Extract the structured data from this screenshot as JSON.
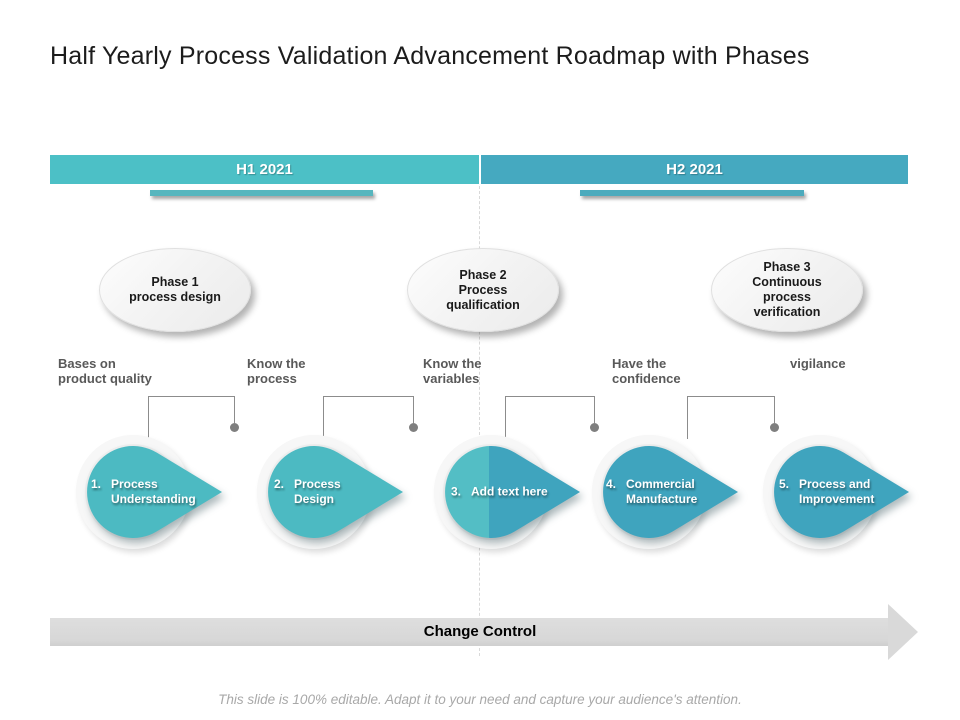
{
  "slide": {
    "title": "Half Yearly Process Validation Advancement Roadmap with Phases",
    "footer": "This slide is 100% editable. Adapt it to your need and capture your audience's attention."
  },
  "timeline": {
    "h1_label": "H1 2021",
    "h2_label": "H2 2021"
  },
  "phases": [
    {
      "label": "Phase 1\nprocess design"
    },
    {
      "label": "Phase 2\nProcess\nqualification"
    },
    {
      "label": "Phase 3\nContinuous\nprocess\nverification"
    }
  ],
  "captions": [
    "Bases on\nproduct quality",
    "Know the\nprocess",
    "Know the\nvariables",
    "Have the\nconfidence",
    "vigilance"
  ],
  "steps": [
    {
      "number": "1.",
      "label": "Process Understanding"
    },
    {
      "number": "2.",
      "label": "Process Design"
    },
    {
      "number": "3.",
      "label": "Add text here"
    },
    {
      "number": "4.",
      "label": "Commercial Manufacture"
    },
    {
      "number": "5.",
      "label": "Process and Improvement"
    }
  ],
  "change_control": {
    "label": "Change Control"
  },
  "colors": {
    "teal_light": "#4CC0C6",
    "teal_dark": "#45A9C0",
    "pin_light": "#4CBAC2",
    "pin_light_alt": "#53BEC5",
    "pin_dark": "#3FA4BE",
    "underline_h1": "#57B6BE",
    "underline_h2": "#4CABBD",
    "caption_gray": "#595959",
    "connector_gray": "#8C8C8C",
    "bar_gray": "#D9D9D9",
    "footer_gray": "#A8A8A8"
  }
}
